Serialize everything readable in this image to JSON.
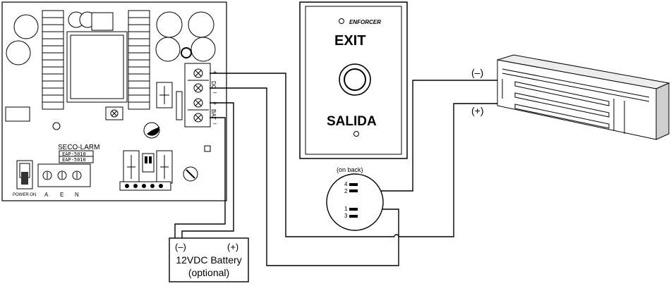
{
  "board": {
    "brand": "SECO-LARM",
    "models": [
      "EAP-5010",
      "EAP-5010"
    ],
    "power_switch_label": "POWER ON",
    "ac_terminals": [
      "A",
      "E",
      "N"
    ],
    "dc_marks": [
      "+",
      "DC",
      "–"
    ],
    "bat_marks": [
      "+",
      "BAT",
      "–"
    ]
  },
  "exit_button": {
    "brand": "ENFORCER",
    "top_text": "EXIT",
    "bottom_text": "SALIDA",
    "on_back_label": "(on back)",
    "pins": [
      "4",
      "2",
      "1",
      "3"
    ]
  },
  "maglock": {
    "neg_label": "(–)",
    "pos_label": "(+)"
  },
  "battery": {
    "neg": "(–)",
    "pos": "(+)",
    "line1": "12VDC Battery",
    "line2": "(optional)"
  }
}
